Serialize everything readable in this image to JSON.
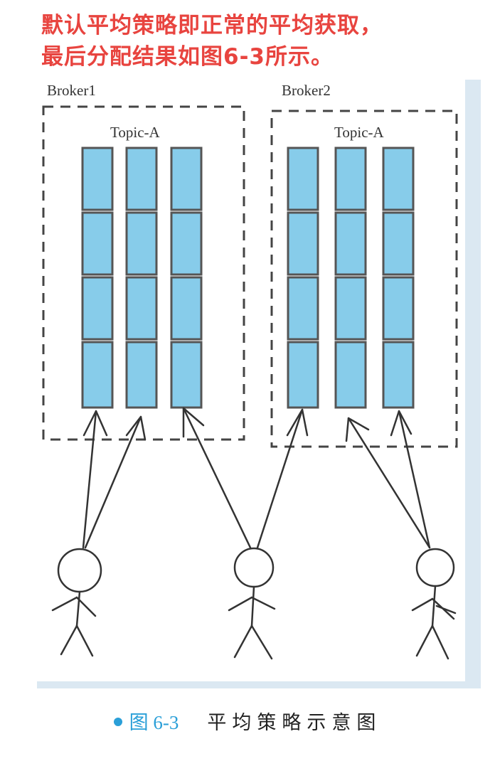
{
  "heading": {
    "line1": "默认平均策略即正常的平均获取，",
    "line2": "最后分配结果如图6-3所示。"
  },
  "brokers": [
    {
      "label": "Broker1",
      "topic": "Topic-A"
    },
    {
      "label": "Broker2",
      "topic": "Topic-A"
    }
  ],
  "caption": {
    "number": "图 6-3",
    "text": "平均策略示意图"
  },
  "colors": {
    "heading": "#e8443f",
    "partition_fill": "#87ccea",
    "partition_stroke": "#555555",
    "caption_accent": "#2a9fd8"
  }
}
